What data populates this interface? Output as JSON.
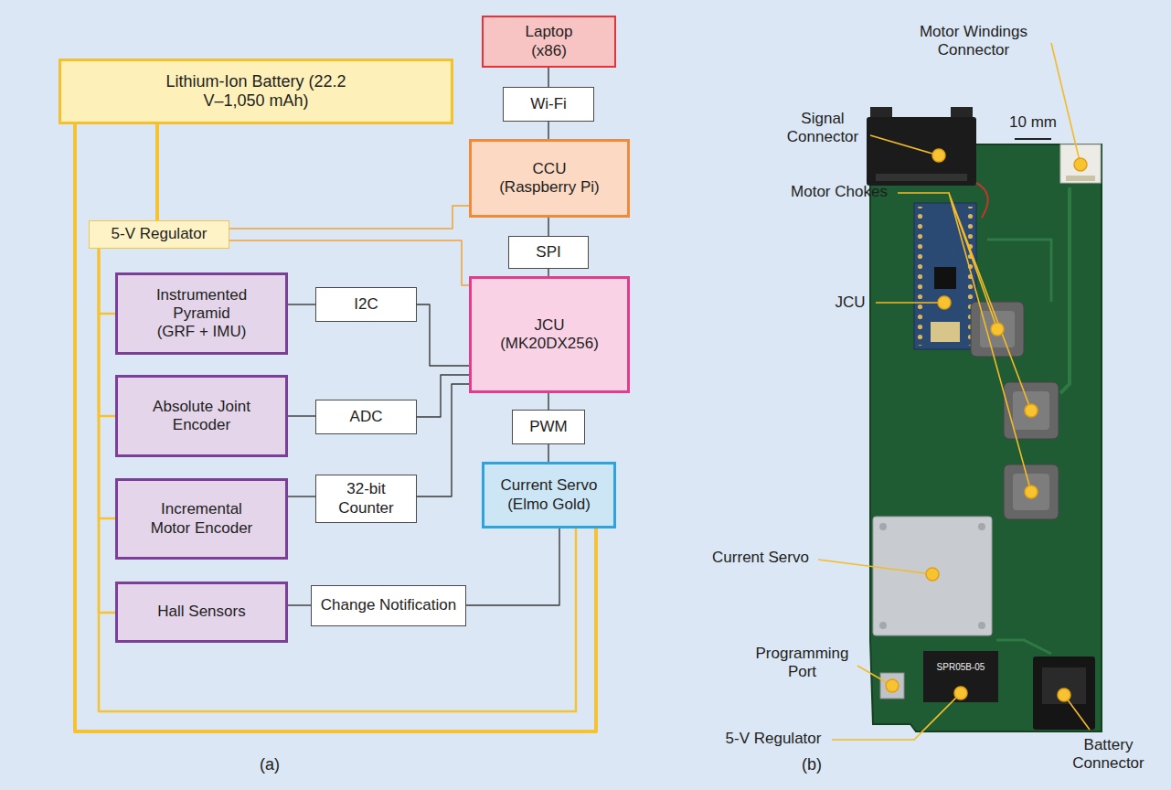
{
  "diagram": {
    "nodes": [
      {
        "text": [
          "Laptop (x86)"
        ]
      },
      {
        "text": [
          "Wi-Fi"
        ]
      },
      {
        "text": [
          "Lithium-Ion Battery (22.2 V–1,050 mAh)"
        ]
      },
      {
        "text": [
          "CCU (Raspberry Pi)"
        ]
      },
      {
        "text": [
          "5-V Regulator"
        ]
      },
      {
        "text": [
          "SPI"
        ]
      },
      {
        "text": [
          "Instrumented Pyramid (GRF + IMU)"
        ]
      },
      {
        "text": [
          "I2C"
        ]
      },
      {
        "text": [
          "JCU (MK20DX256)"
        ]
      },
      {
        "text": [
          "Absolute Joint Encoder"
        ]
      },
      {
        "text": [
          "ADC"
        ]
      },
      {
        "text": [
          "PWM"
        ]
      },
      {
        "text": [
          "Incremental Motor Encoder"
        ]
      },
      {
        "text": [
          "32-bit Counter"
        ]
      },
      {
        "text": [
          "Current Servo (Elmo Gold)"
        ]
      },
      {
        "text": [
          "Hall Sensors"
        ]
      },
      {
        "text": [
          "Change Notification"
        ]
      }
    ],
    "edges": [
      {
        "from": 0,
        "to": 1,
        "arrow": "none"
      },
      {
        "from": 1,
        "to": 3,
        "arrow": "none"
      },
      {
        "from": 3,
        "to": 5,
        "arrow": "none"
      },
      {
        "from": 5,
        "to": 8,
        "arrow": "none"
      },
      {
        "from": 6,
        "to": 7,
        "arrow": "none"
      },
      {
        "from": 7,
        "to": 8,
        "arrow": "none"
      },
      {
        "from": 9,
        "to": 10,
        "arrow": "none"
      },
      {
        "from": 10,
        "to": 8,
        "arrow": "none"
      },
      {
        "from": 12,
        "to": 13,
        "arrow": "none"
      },
      {
        "from": 13,
        "to": 8,
        "arrow": "none"
      },
      {
        "from": 8,
        "to": 11,
        "arrow": "none"
      },
      {
        "from": 11,
        "to": 14,
        "arrow": "none"
      },
      {
        "from": 15,
        "to": 16,
        "arrow": "none"
      },
      {
        "from": 16,
        "to": 14,
        "arrow": "none"
      },
      {
        "from": 2,
        "to": 4,
        "arrow": "none"
      },
      {
        "from": 4,
        "to": 3,
        "arrow": "none"
      },
      {
        "from": 4,
        "to": 8,
        "arrow": "none"
      },
      {
        "from": 4,
        "to": 6,
        "arrow": "none"
      },
      {
        "from": 4,
        "to": 9,
        "arrow": "none"
      },
      {
        "from": 4,
        "to": 12,
        "arrow": "none"
      },
      {
        "from": 4,
        "to": 15,
        "arrow": "none"
      },
      {
        "from": 4,
        "to": 14,
        "arrow": "none"
      },
      {
        "from": 2,
        "to": 14,
        "arrow": "none"
      }
    ],
    "labels": [
      "Motor Windings Connector",
      "10 mm",
      "Signal Connector",
      "Motor Chokes",
      "JCU",
      "Current Servo",
      "Programming Port",
      "SPR05B-05",
      "5-V Regulator",
      "Battery Connector",
      "(a)",
      "(b)"
    ]
  }
}
